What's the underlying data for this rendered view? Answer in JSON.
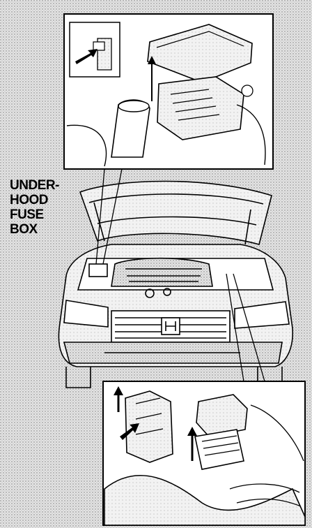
{
  "label": {
    "lines": [
      "UNDER-",
      "HOOD",
      "FUSE",
      "BOX"
    ]
  },
  "colors": {
    "background": "#d9d9d9",
    "ink": "#000000",
    "panel": "#ffffff"
  }
}
